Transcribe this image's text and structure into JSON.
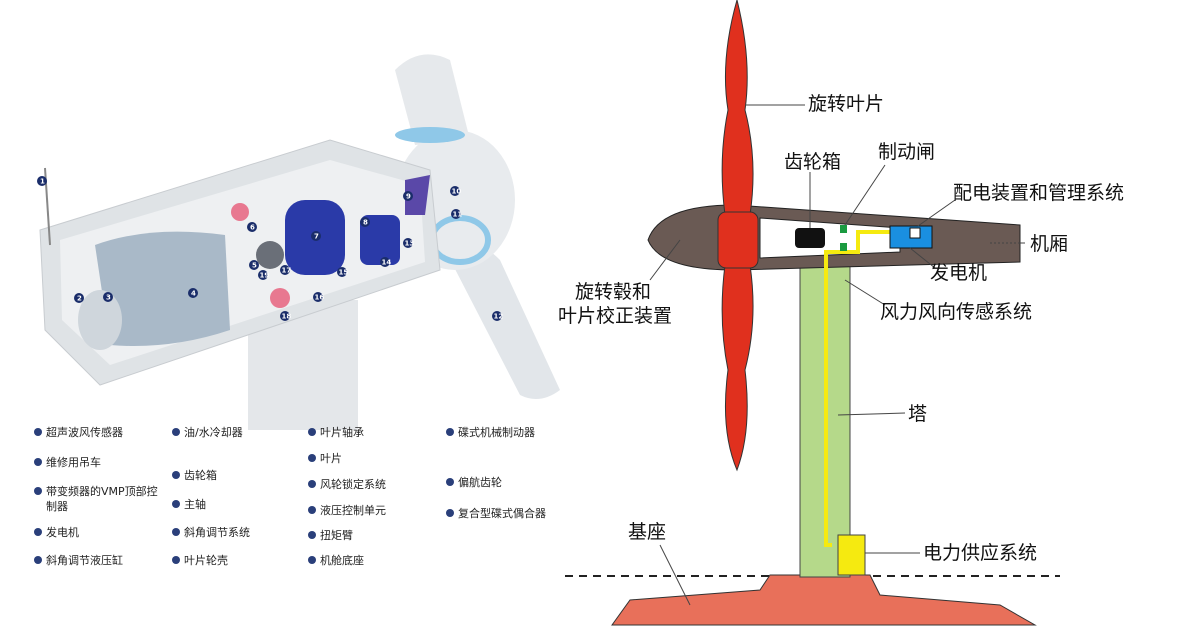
{
  "left_diagram": {
    "callouts": [
      "1",
      "2",
      "3",
      "4",
      "5",
      "6",
      "7",
      "8",
      "9",
      "10",
      "11",
      "12",
      "13",
      "14",
      "15",
      "16",
      "17",
      "18",
      "19"
    ],
    "legend": [
      {
        "num": "1",
        "text": "超声波风传感器"
      },
      {
        "num": "2",
        "text": "维修用吊车"
      },
      {
        "num": "3",
        "text": "带变频器的VMP顶部控制器"
      },
      {
        "num": "4",
        "text": "发电机"
      },
      {
        "num": "5",
        "text": "斜角调节液压缸"
      },
      {
        "num": "6",
        "text": "油/水冷却器"
      },
      {
        "num": "7",
        "text": "齿轮箱"
      },
      {
        "num": "8",
        "text": "主轴"
      },
      {
        "num": "9",
        "text": "斜角调节系统"
      },
      {
        "num": "10",
        "text": "叶片轮壳"
      },
      {
        "num": "11",
        "text": "叶片轴承"
      },
      {
        "num": "12",
        "text": "叶片"
      },
      {
        "num": "13",
        "text": "风轮锁定系统"
      },
      {
        "num": "14",
        "text": "液压控制单元"
      },
      {
        "num": "15",
        "text": "扭矩臂"
      },
      {
        "num": "16",
        "text": "机舱底座"
      },
      {
        "num": "17",
        "text": "碟式机械制动器"
      },
      {
        "num": "18",
        "text": "偏航齿轮"
      },
      {
        "num": "19",
        "text": "复合型碟式偶合器"
      }
    ]
  },
  "right_diagram": {
    "labels": {
      "blade": "旋转叶片",
      "gearbox": "齿轮箱",
      "brake": "制动闸",
      "power_mgmt": "配电装置和管理系统",
      "nacelle": "机厢",
      "generator": "发电机",
      "hub_line1": "旋转毂和",
      "hub_line2": "叶片校正装置",
      "sensor": "风力风向传感系统",
      "tower": "塔",
      "base": "基座",
      "power_supply": "电力供应系统"
    },
    "colors": {
      "blade": "#e0301e",
      "tower": "#b5d98a",
      "base": "#e8705a",
      "nacelle": "#5a4a44",
      "generator": "#1a8fe0",
      "cable": "#f5ea10"
    }
  }
}
